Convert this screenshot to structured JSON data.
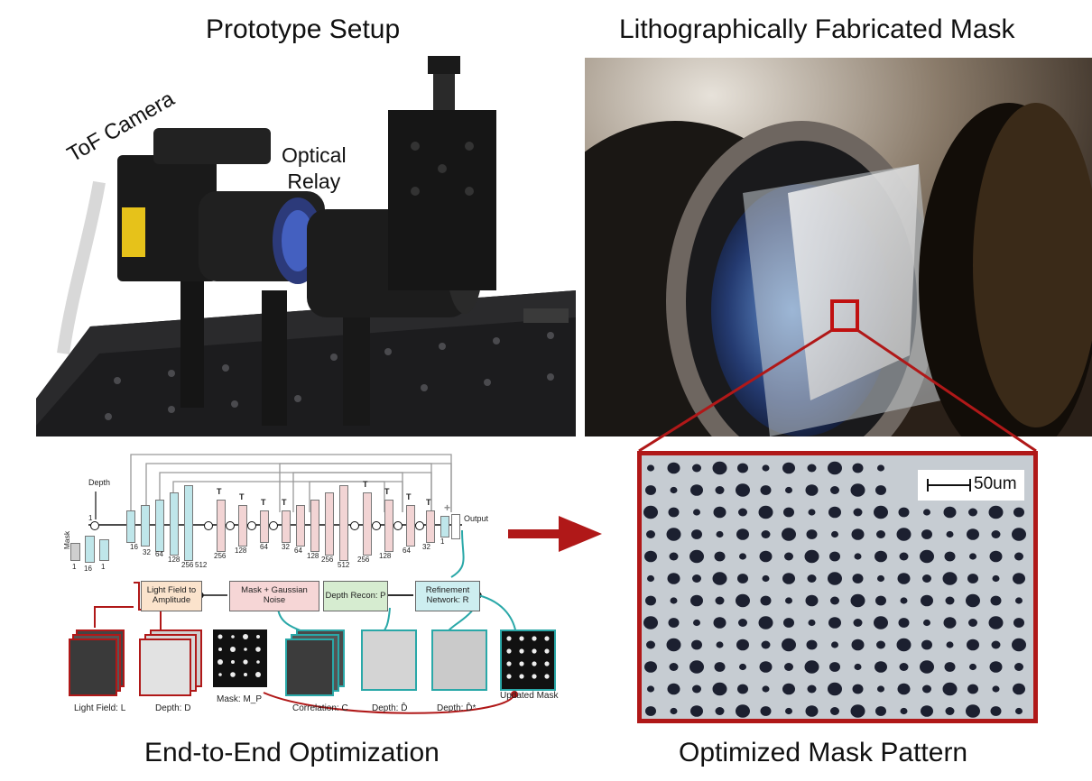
{
  "titles": {
    "prototype": "Prototype Setup",
    "mask": "Lithographically Fabricated Mask",
    "optimization": "End-to-End Optimization",
    "pattern": "Optimized Mask Pattern"
  },
  "prototype_labels": {
    "camera": "ToF Camera",
    "relay_line1": "Optical",
    "relay_line2": "Relay"
  },
  "scale_bar": "50um",
  "network": {
    "depth_label": "Depth",
    "mask_label": "Mask",
    "output_label": "Output",
    "t_label": "T",
    "plus": "+",
    "channels": [
      "1",
      "16",
      "1",
      "16",
      "32",
      "64",
      "128",
      "256",
      "512",
      "256",
      "128",
      "64",
      "32",
      "64",
      "128",
      "256",
      "512",
      "256",
      "128",
      "64",
      "32",
      "1"
    ],
    "depth_in": "1"
  },
  "pipeline": {
    "lf_to_amp": "Light Field to Amplitude",
    "mask_noise": "Mask + Gaussian Noise",
    "depth_recon": "Depth Recon: P",
    "refinement": "Refinement Network: R"
  },
  "captions": {
    "light_field": "Light Field: L",
    "depth": "Depth: D",
    "mask": "Mask: M_P",
    "correlation": "Correlation: C",
    "depth_hat": "Depth: D̂",
    "depth_star": "Depth: D̂*",
    "updated_mask": "Updated Mask"
  },
  "colors": {
    "accent_red": "#b01818",
    "teal": "#2aa8a8",
    "encoder": "#bfe6ea",
    "decoder": "#f2d4d4",
    "box_orange": "#fbe3cc",
    "box_pink": "#f6d6d6",
    "box_green": "#d6ecd0",
    "box_cyan": "#cdeef0"
  }
}
